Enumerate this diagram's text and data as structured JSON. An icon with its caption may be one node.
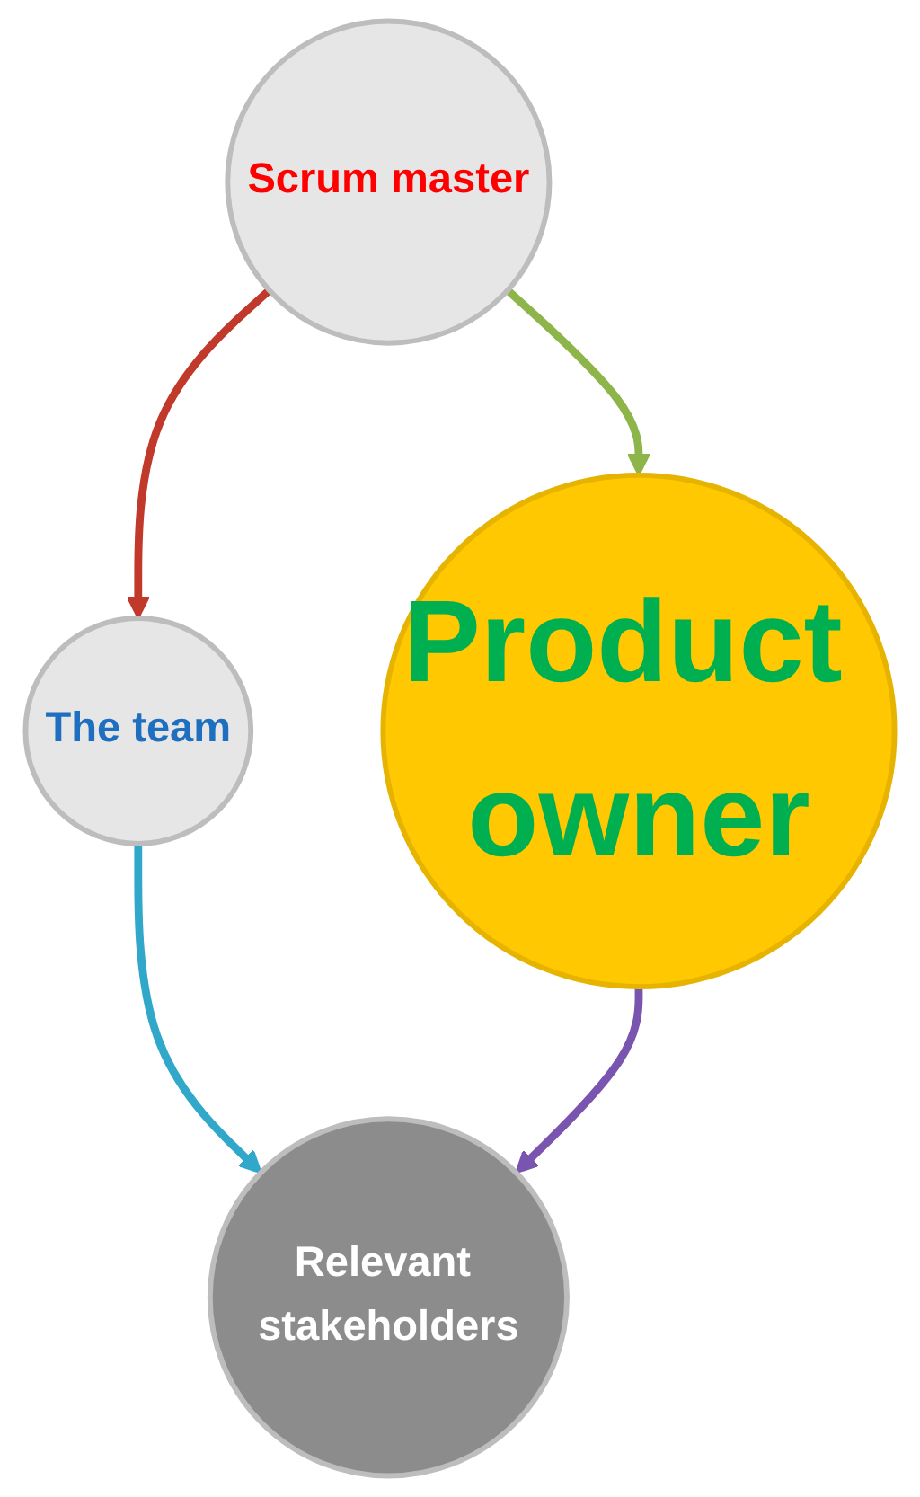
{
  "diagram": {
    "nodes": [
      {
        "text": [
          "The team"
        ]
      },
      {
        "text": [
          "Scrum master"
        ]
      },
      {
        "text": [
          "Relevant stakeholders"
        ]
      },
      {
        "text": [
          "Product owner"
        ]
      }
    ],
    "edges": [
      {
        "from": 1,
        "to": 0,
        "arrow": "to",
        "color": "#c0392b"
      },
      {
        "from": 0,
        "to": 2,
        "arrow": "to",
        "color": "#31a8c9"
      },
      {
        "from": 3,
        "to": 2,
        "arrow": "to",
        "color": "#7a55b0"
      },
      {
        "from": 1,
        "to": 3,
        "arrow": "to",
        "color": "#8db54a"
      }
    ]
  }
}
